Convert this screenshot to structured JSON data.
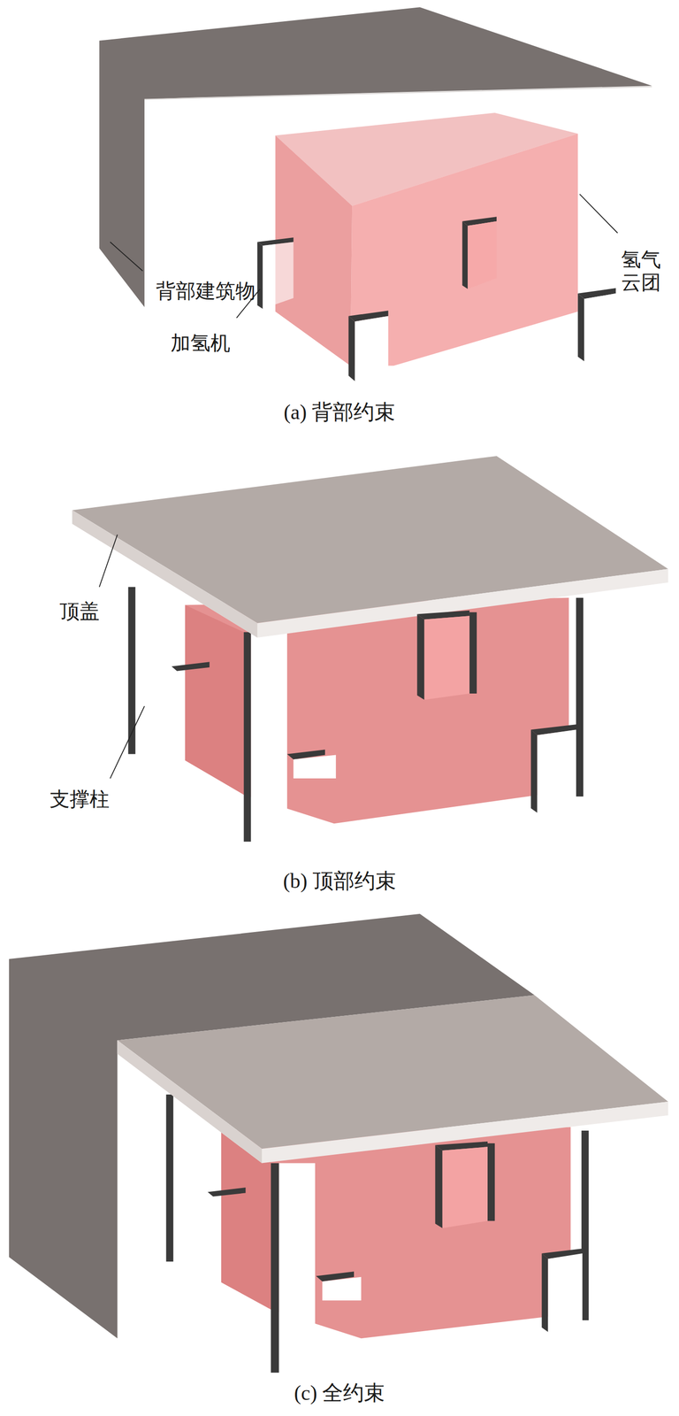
{
  "diagram": {
    "labels": [
      "背部建筑物",
      "加氢机",
      "氢气 云团",
      "(a) 背部约束",
      "顶盖",
      "支撑柱",
      "(b) 顶部约束",
      "(c) 全约束"
    ]
  }
}
